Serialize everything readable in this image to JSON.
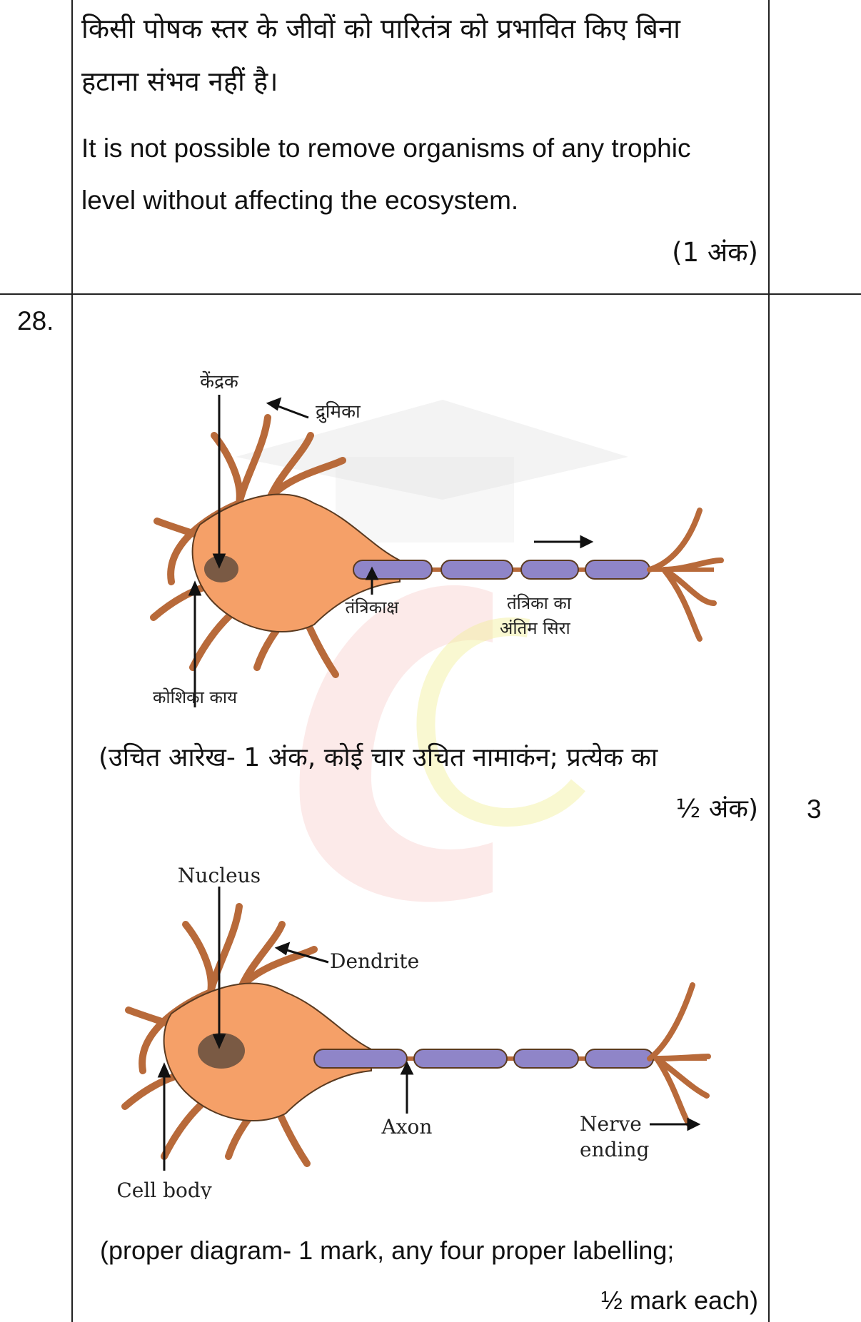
{
  "top_row": {
    "hindi_line_1": "किसी पोषक स्तर के जीवों को पारितंत्र को प्रभावित किए बिना",
    "hindi_line_2": "हटाना संभव नहीं है।",
    "english_line_1": "It is not possible to remove organisms of any trophic",
    "english_line_2": "level without affecting the ecosystem.",
    "marks_hindi": "(1 अंक)"
  },
  "question_28": {
    "number": "28.",
    "total_marks": "3",
    "hindi_diagram_labels": {
      "nucleus": "केंद्रक",
      "dendrite": "द्रुमिका",
      "axon": "तंत्रिकाक्ष",
      "nerve_ending_1": "तंत्रिका का",
      "nerve_ending_2": "अंतिम सिरा",
      "cell_body": "कोशिका काय"
    },
    "hindi_scheme_line_1": "(उचित आरेख- 1 अंक, कोई चार उचित नामाकंन; प्रत्येक का",
    "hindi_scheme_line_2": "½ अंक)",
    "english_diagram_labels": {
      "nucleus": "Nucleus",
      "dendrite": "Dendrite",
      "axon": "Axon",
      "nerve_ending_1": "Nerve",
      "nerve_ending_2": "ending",
      "cell_body": "Cell body"
    },
    "english_scheme_line_1": "(proper diagram- 1 mark, any four proper labelling;",
    "english_scheme_line_2": "½ mark each)"
  },
  "colors": {
    "cell": "#f5a068",
    "cell_outline": "#5a3a20",
    "nucleus": "#7a5a44",
    "myelin": "#8f85c8",
    "node_spot": "#c9c2e8"
  }
}
